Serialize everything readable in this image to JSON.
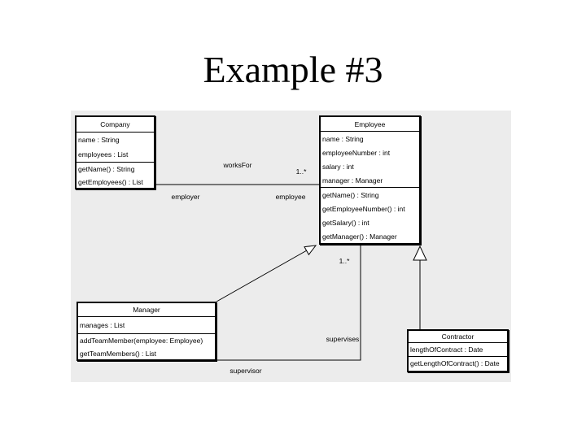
{
  "slide": {
    "title": "Example #3"
  },
  "diagram": {
    "type": "uml-class-diagram",
    "colors": {
      "slide_background": "#ffffff",
      "diagram_background": "#ececec",
      "box_fill": "#ffffff",
      "line_color": "#000000",
      "text_color": "#000000"
    },
    "classes": [
      {
        "name": "Company",
        "attributes": [
          "name : String",
          "employees : List"
        ],
        "methods": [
          "getName() : String",
          "getEmployees() : List"
        ]
      },
      {
        "name": "Employee",
        "attributes": [
          "name : String",
          "employeeNumber : int",
          "salary : int",
          "manager : Manager"
        ],
        "methods": [
          "getName() : String",
          "getEmployeeNumber() : int",
          "getSalary() : int",
          "getManager() : Manager"
        ]
      },
      {
        "name": "Manager",
        "attributes": [
          "manages : List"
        ],
        "methods": [
          "addTeamMember(employee: Employee)",
          "getTeamMembers() : List"
        ]
      },
      {
        "name": "Contractor",
        "attributes": [
          "lengthOfContract : Date"
        ],
        "methods": [
          "getLengthOfContract() : Date"
        ]
      }
    ],
    "associations": {
      "works_for": {
        "label": "worksFor",
        "multiplicity": "1..*",
        "source": "Company",
        "target": "Employee",
        "source_role": "employer",
        "target_role": "employee"
      },
      "supervises": {
        "label": "supervises",
        "multiplicity": "1..*",
        "source": "Manager",
        "target": "Employee",
        "source_role": "supervisor"
      }
    },
    "generalizations": [
      {
        "from": "Manager",
        "to": "Employee"
      },
      {
        "from": "Contractor",
        "to": "Employee"
      }
    ]
  }
}
